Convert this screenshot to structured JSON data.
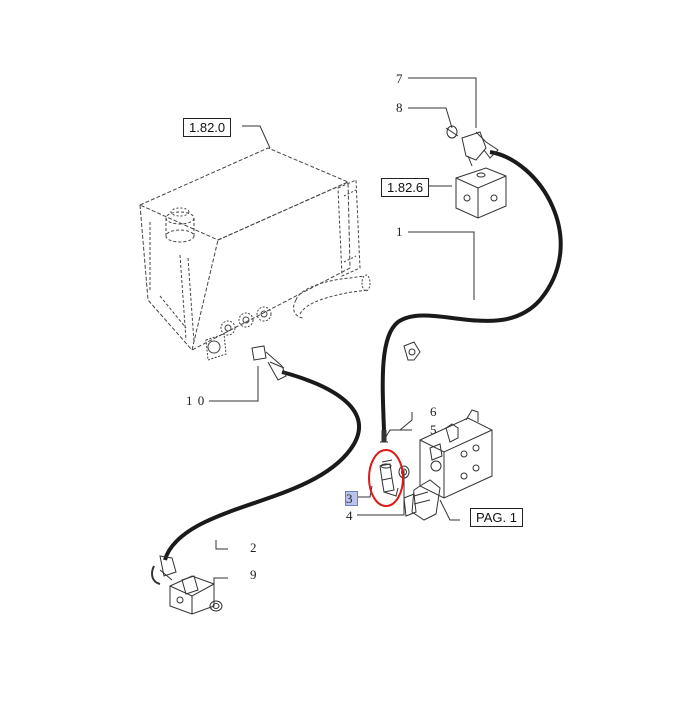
{
  "part_labels": {
    "p1": "1",
    "p2": "2",
    "p3": "3",
    "p4": "4",
    "p5": "5",
    "p6": "6",
    "p7": "7",
    "p8": "8",
    "p9": "9",
    "p10": "1 0"
  },
  "reference_boxes": {
    "tank_ref": "1.82.0",
    "block_ref": "1.82.6",
    "page_ref": "PAG. 1"
  },
  "colors": {
    "line": "#333333",
    "hose": "#1a1a1a",
    "highlight_circle": "#e01818",
    "highlight_label": "#b9c4ee"
  }
}
